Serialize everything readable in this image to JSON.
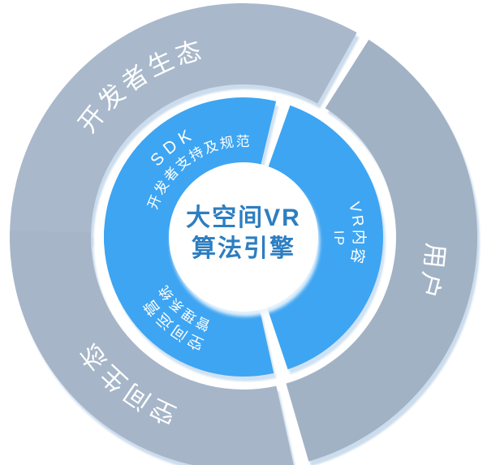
{
  "diagram": {
    "center": {
      "title_line1": "大空间VR",
      "title_line2": "算法引擎"
    },
    "inner_ring": {
      "segments": [
        {
          "name": "sdk",
          "line1": "SDK",
          "line2": "开发者支持及规范"
        },
        {
          "name": "vr-content",
          "line1": "VR内容",
          "line2": "IP"
        },
        {
          "name": "space-operation",
          "line1": "空间运营",
          "line2": "管理系统"
        }
      ]
    },
    "outer_ring": {
      "segments": [
        {
          "name": "developer-ecosystem",
          "label": "开发者生态"
        },
        {
          "name": "users",
          "label": "用户"
        },
        {
          "name": "space-ecosystem",
          "label": "空间生态"
        }
      ]
    },
    "colors": {
      "inner_ring_fill": "#3ea5f2",
      "outer_ring_fill_a": "#a9b8cb",
      "outer_ring_fill_b": "#a2b2c5",
      "outer_ring_fill_c": "#a6b5c8",
      "center_text": "#2d7ec1",
      "ring_text": "#ffffff",
      "shadow": "#cfe0ef",
      "background": "#ffffff"
    }
  }
}
